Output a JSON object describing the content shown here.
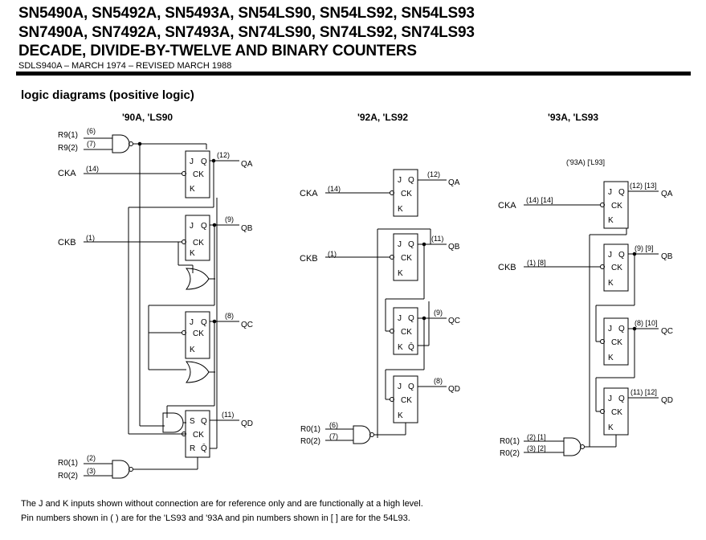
{
  "header": {
    "line1": "SN5490A, SN5492A, SN5493A, SN54LS90, SN54LS92, SN54LS93",
    "line2": "SN7490A, SN7492A, SN7493A, SN74LS90, SN74LS92, SN74LS93",
    "line3": "DECADE, DIVIDE-BY-TWELVE AND BINARY COUNTERS",
    "doc_id": "SDLS940A – MARCH 1974 – REVISED MARCH 1988"
  },
  "section_title": "logic diagrams (positive logic)",
  "diagram_90": {
    "title": "'90A, 'LS90",
    "r9_1": "R9(1)",
    "r9_1_pin": "(6)",
    "r9_2": "R9(2)",
    "r9_2_pin": "(7)",
    "cka": "CKA",
    "cka_pin": "(14)",
    "ckb": "CKB",
    "ckb_pin": "(1)",
    "r0_1": "R0(1)",
    "r0_1_pin": "(2)",
    "r0_2": "R0(2)",
    "r0_2_pin": "(3)",
    "qa": "QA",
    "qa_pin": "(12)",
    "qb": "QB",
    "qb_pin": "(9)",
    "qc": "QC",
    "qc_pin": "(8)",
    "qd": "QD",
    "qd_pin": "(11)"
  },
  "diagram_92": {
    "title": "'92A, 'LS92",
    "cka": "CKA",
    "cka_pin": "(14)",
    "ckb": "CKB",
    "ckb_pin": "(1)",
    "r0_1": "R0(1)",
    "r0_1_pin": "(6)",
    "r0_2": "R0(2)",
    "r0_2_pin": "(7)",
    "qa": "QA",
    "qa_pin": "(12)",
    "qb": "QB",
    "qb_pin": "(11)",
    "qc": "QC",
    "qc_pin": "(9)",
    "qd": "QD",
    "qd_pin": "(8)"
  },
  "diagram_93": {
    "title": "'93A, 'LS93",
    "subtitle": "('93A) ['L93]",
    "cka": "CKA",
    "cka_pin": "(14) [14]",
    "ckb": "CKB",
    "ckb_pin": "(1) [8]",
    "r0_1": "R0(1)",
    "r0_1_pin": "(2) [1]",
    "r0_2": "R0(2)",
    "r0_2_pin": "(3) [2]",
    "qa": "QA",
    "qa_pin": "(12) [13]",
    "qb": "QB",
    "qb_pin": "(9) [9]",
    "qc": "QC",
    "qc_pin": "(8) [10]",
    "qd": "QD",
    "qd_pin": "(11) [12]"
  },
  "ff_labels": {
    "j": "J",
    "k": "K",
    "q": "Q",
    "qbar": "Q̄",
    "ck": "CK",
    "s": "S",
    "r": "R"
  },
  "notes": {
    "line1": "The J and K inputs shown without connection are for reference only and are functionally at a high level.",
    "line2": "Pin numbers shown in ( ) are for the 'LS93 and '93A and pin numbers shown in [ ] are for the 54L93."
  }
}
